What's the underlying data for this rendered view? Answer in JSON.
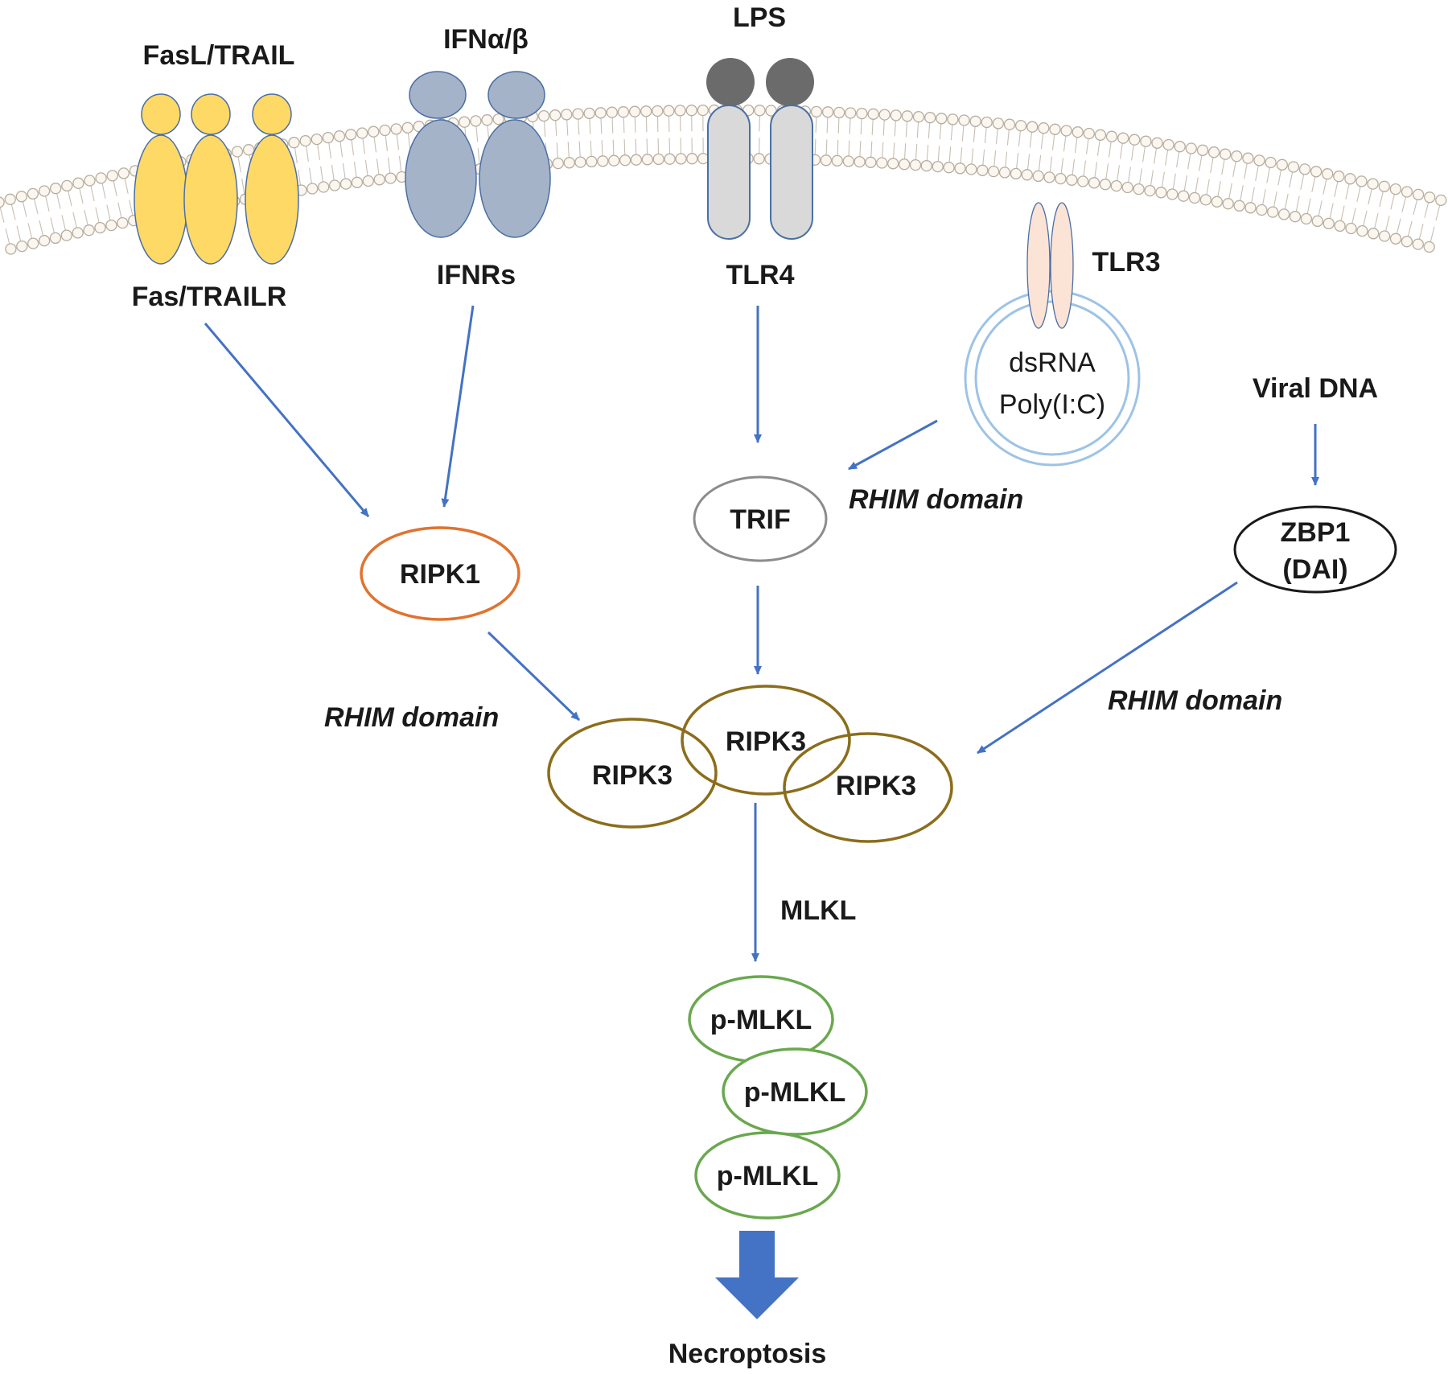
{
  "ligands": {
    "fasl_trail": "FasL/TRAIL",
    "ifn": "IFNα/β",
    "lps": "LPS"
  },
  "receptors": {
    "fas_trailr": "Fas/TRAILR",
    "ifnrs": "IFNRs",
    "tlr4": "TLR4",
    "tlr3": "TLR3"
  },
  "endosome": {
    "line1": "dsRNA",
    "line2": "Poly(I:C)"
  },
  "viral_dna": "Viral DNA",
  "nodes": {
    "ripk1": "RIPK1",
    "trif": "TRIF",
    "zbp1_line1": "ZBP1",
    "zbp1_line2": "(DAI)",
    "ripk3": [
      "RIPK3",
      "RIPK3",
      "RIPK3"
    ],
    "pmlkl": [
      "p-MLKL",
      "p-MLKL",
      "p-MLKL"
    ]
  },
  "annotations": {
    "rhim_trif": "RHIM domain",
    "rhim_ripk1": "RHIM domain",
    "rhim_zbp1": "RHIM domain",
    "mlkl": "MLKL"
  },
  "outcome": "Necroptosis",
  "colors": {
    "arrow": "#4472c4",
    "fas_receptor": "#ffd966",
    "ifn_receptor": "#a5b3c9",
    "tlr4_receptor": "#d9d9d9",
    "lps": "#6b6b6b",
    "tlr3_receptor": "#fbe3d6",
    "endosome": "#9dc3e6",
    "ripk1": "#e07330",
    "trif": "#8c8c8c",
    "zbp1": "#1a1a1a",
    "ripk3": "#8b6d1b",
    "pmlkl": "#6aa84f",
    "outcome_arrow": "#4472c4"
  }
}
